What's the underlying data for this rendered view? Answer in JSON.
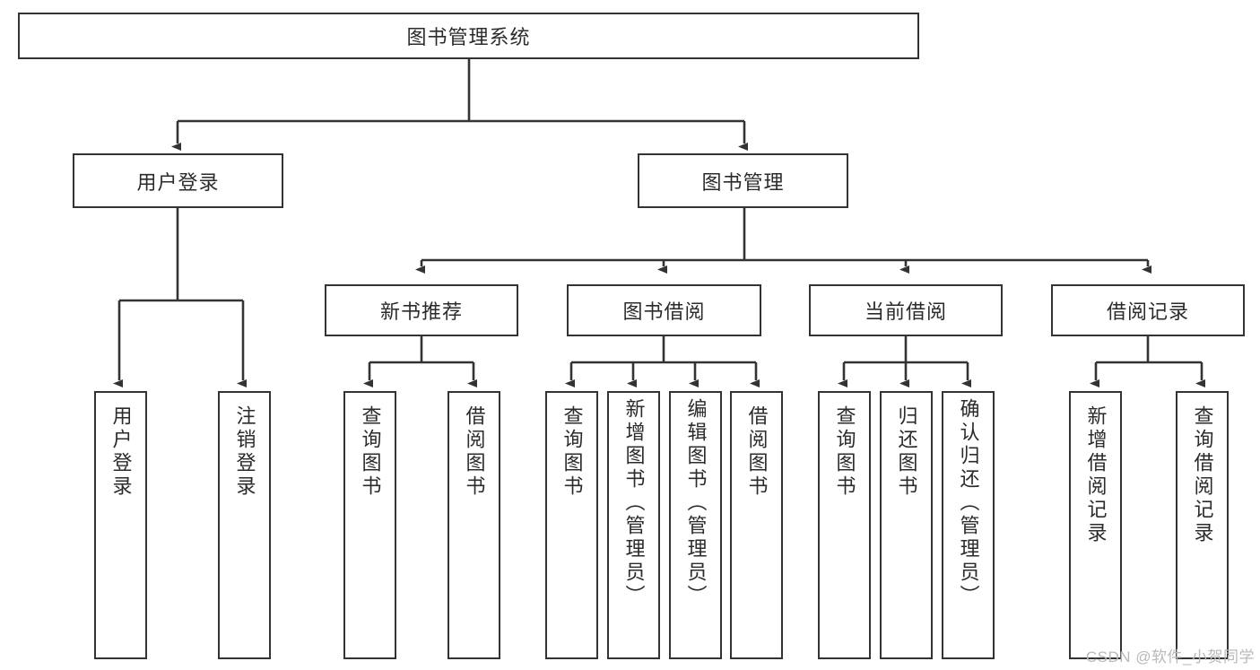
{
  "diagram": {
    "title": "图书管理系统",
    "type": "tree",
    "root": {
      "label": "图书管理系统"
    },
    "level2": [
      {
        "label": "用户登录"
      },
      {
        "label": "图书管理"
      }
    ],
    "level3": [
      {
        "label": "新书推荐"
      },
      {
        "label": "图书借阅"
      },
      {
        "label": "当前借阅"
      },
      {
        "label": "借阅记录"
      }
    ],
    "leaves": {
      "user_login": [
        {
          "label": "用户登录"
        },
        {
          "label": "注销登录"
        }
      ],
      "new_book_recommend": [
        {
          "label": "查询图书"
        },
        {
          "label": "借阅图书"
        }
      ],
      "book_borrow": [
        {
          "label": "查询图书"
        },
        {
          "label": "新增图书（管理员）"
        },
        {
          "label": "编辑图书（管理员）"
        },
        {
          "label": "借阅图书"
        }
      ],
      "current_borrow": [
        {
          "label": "查询图书"
        },
        {
          "label": "归还图书"
        },
        {
          "label": "确认归还（管理员）"
        }
      ],
      "borrow_record": [
        {
          "label": "新增借阅记录"
        },
        {
          "label": "查询借阅记录"
        }
      ]
    }
  },
  "watermark": {
    "text": "CSDN @软件_小贺同学"
  },
  "colors": {
    "line": "#333333",
    "text": "#2b2b2b",
    "background": "#ffffff",
    "watermark": "#b9b9b9"
  }
}
